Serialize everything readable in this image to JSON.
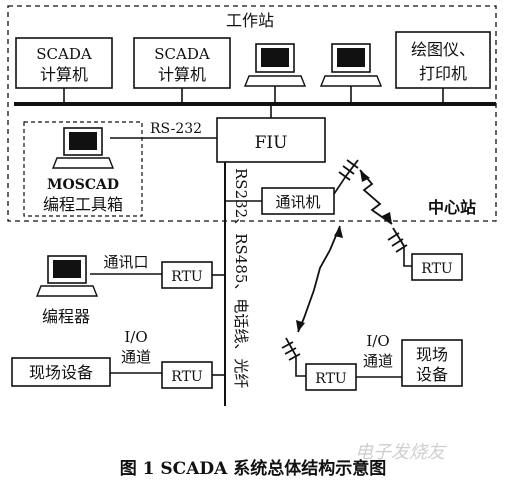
{
  "diagram": {
    "workstation_label": "工作站",
    "scada_pc_1": [
      "SCADA",
      "计算机"
    ],
    "scada_pc_2": [
      "SCADA",
      "计算机"
    ],
    "plotter_printer": [
      "绘图仪、",
      "打印机"
    ],
    "rs232_label": "RS-232",
    "fiu_label": "FIU",
    "moscad_tool": [
      "MOSCAD",
      "编程工具箱"
    ],
    "comm_unit_label": "通讯机",
    "center_station_label": "中心站",
    "bus_label": "RS232、RS485、电话线、光纤",
    "comm_port_label": "通讯口",
    "rtu_label": "RTU",
    "programmer_label": "编程器",
    "io_channel_left": [
      "I/O",
      "通道"
    ],
    "io_channel_right": [
      "I/O",
      "通道"
    ],
    "field_device_left": "现场设备",
    "field_device_right": [
      "现场",
      "设备"
    ]
  },
  "caption": "图 1   SCADA 系统总体结构示意图",
  "watermark": "电子发烧友"
}
